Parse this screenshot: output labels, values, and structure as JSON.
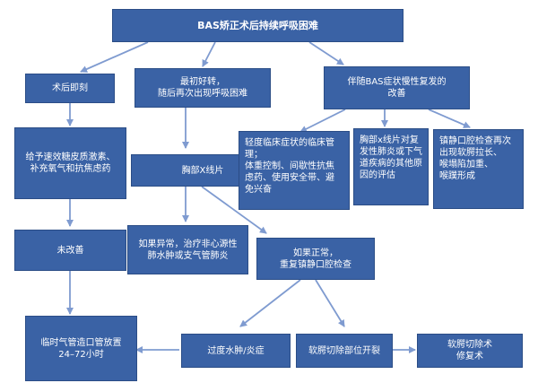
{
  "title": "BAS矫正术后持续呼吸困难",
  "branch_immediate": "术后即刻",
  "branch_initial": "最初好转，\n随后再次出现呼吸困难",
  "branch_chronic": "伴随BAS症状慢性复发的\n改善",
  "treat_steroids": "给予速效糖皮质激素、\n补充氧气和抗焦虑药",
  "not_improved": "未改善",
  "temp_trach": "临时气管造口管放置\n24–72小时",
  "chest_xray": "胸部X线片",
  "if_abnormal": "如果异常，治疗非心源性\n肺水肿或支气管肺炎",
  "if_normal": "如果正常，\n重复镇静口腔检查",
  "excess_edema": "过度水肿/炎症",
  "soft_palate_dehiscence": "软腭切除部位开裂",
  "soft_palate_repair": "软腭切除术\n修复术",
  "mild_management": "轻度临床症状的临床管理；\n体重控制、间歇性抗焦\n虑药、使用安全带、避\n免兴奋",
  "chest_xray_review": "胸部x线片对复\n发性肺炎或下气\n道疾病的其他原\n因的评估",
  "sedated_exam": "镇静口腔检查再次\n出现软腭拉长、\n喉塌陷加重、\n喉蹼形成",
  "colors": {
    "box": "#3a62a5",
    "arrow": "#7f9bd0"
  }
}
